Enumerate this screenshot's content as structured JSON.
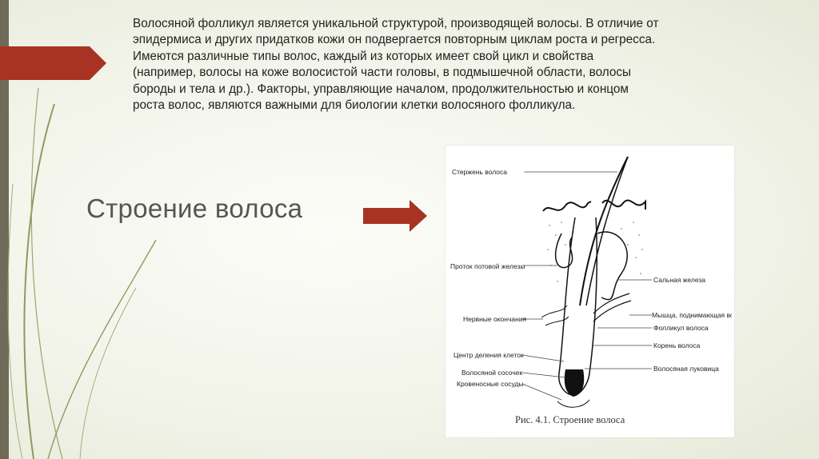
{
  "slide": {
    "body_text": "Волосяной фолликул является уникальной структурой, производящей волосы. В отличие от\nэпидермиса и других придатков кожи он подвергается повторным циклам роста и регресса.\nИмеются различные типы волос, каждый из которых имеет свой цикл и свойства\n(например, волосы на коже волосистой части головы, в подмышечной области, волосы\nбороды и тела и др.). Факторы, управляющие началом, продолжительностью и концом\nроста волос, являются важными для биологии клетки волосяного фолликула.",
    "title": "Строение волоса"
  },
  "figure": {
    "labels_left": {
      "shaft": "Стержень волоса",
      "sweat_duct": "Проток потовой железы",
      "nerve_endings": "Нервные окончания",
      "cell_division_center": "Центр деления клеток",
      "papilla": "Волосяной сосочек",
      "blood_vessels": "Кровеносные сосуды"
    },
    "labels_right": {
      "sebaceous_gland": "Сальная железа",
      "arrector_muscle": "Мышца, поднимающая волос",
      "follicle": "Фолликул волоса",
      "root": "Корень волоса",
      "bulb": "Волосяная луковица"
    },
    "caption": "Рис. 4.1. Строение волоса"
  },
  "colors": {
    "accent_red": "#a83324",
    "left_bar": "#6f6b58",
    "swoosh_green": "#8e9b5e"
  }
}
